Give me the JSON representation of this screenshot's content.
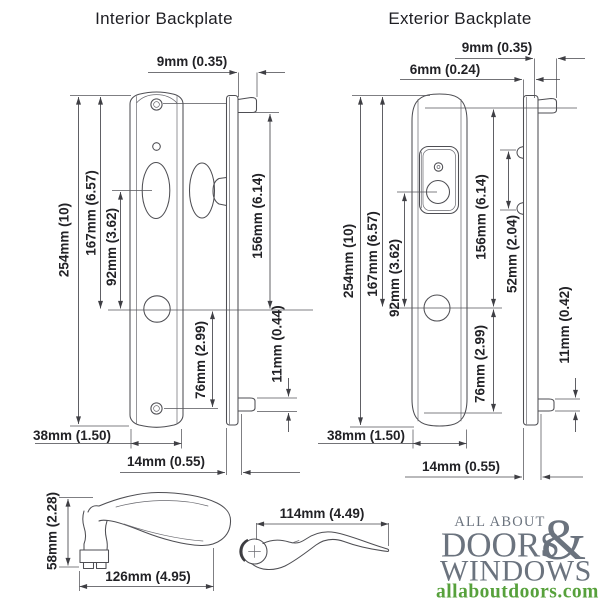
{
  "colors": {
    "background": "#ffffff",
    "line": "#4e4e53",
    "text": "#222226",
    "logo_gray": "#6b737e",
    "logo_green": "#57a13c"
  },
  "titles": {
    "interior": "Interior Backplate",
    "exterior": "Exterior Backplate"
  },
  "interior": {
    "dims": {
      "thickness_9": "9mm (0.35)",
      "overall_254": "254mm (10)",
      "len_167": "167mm (6.57)",
      "len_92": "92mm (3.62)",
      "len_156": "156mm (6.14)",
      "len_76": "76mm (2.99)",
      "len_11": "11mm (0.44)",
      "width_38": "38mm (1.50)",
      "depth_14": "14mm (0.55)"
    }
  },
  "exterior": {
    "dims": {
      "thickness_9": "9mm (0.35)",
      "thickness_6": "6mm (0.24)",
      "overall_254": "254mm (10)",
      "len_167": "167mm (6.57)",
      "len_92": "92mm (3.62)",
      "len_156": "156mm (6.14)",
      "len_52": "52mm (2.04)",
      "len_76": "76mm (2.99)",
      "len_11": "11mm (0.42)",
      "width_38": "38mm (1.50)",
      "depth_14": "14mm (0.55)"
    }
  },
  "lever": {
    "dims": {
      "height_58": "58mm (2.28)",
      "length_126": "126mm (4.95)",
      "length_114": "114mm (4.49)"
    }
  },
  "logo": {
    "line1": "ALL ABOUT",
    "line2": "DOORS",
    "ampersand": "&",
    "line3": "WINDOWS",
    "website": "allaboutdoors.com"
  }
}
